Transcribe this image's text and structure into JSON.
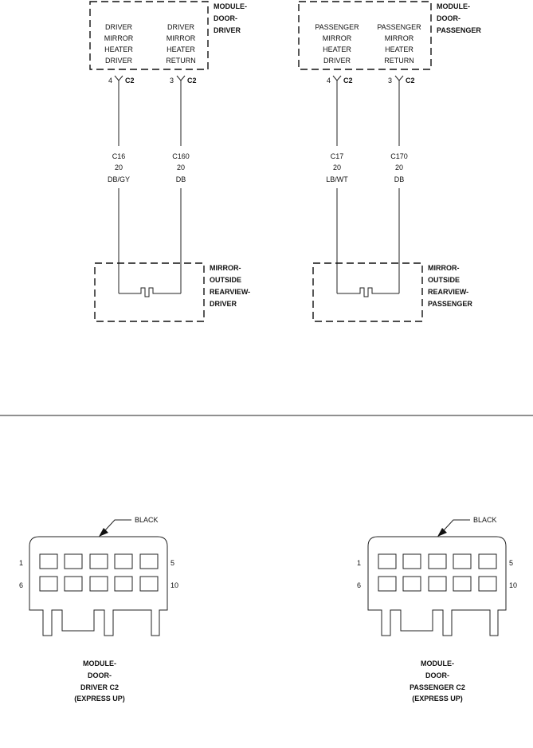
{
  "modules": {
    "driver": {
      "label": [
        "MODULE-",
        "DOOR-",
        "DRIVER"
      ],
      "pin_a_name": [
        "DRIVER",
        "MIRROR",
        "HEATER",
        "DRIVER"
      ],
      "pin_b_name": [
        "DRIVER",
        "MIRROR",
        "HEATER",
        "RETURN"
      ],
      "pin_a_no": "4",
      "pin_b_no": "3",
      "connector": "C2"
    },
    "passenger": {
      "label": [
        "MODULE-",
        "DOOR-",
        "PASSENGER"
      ],
      "pin_a_name": [
        "PASSENGER",
        "MIRROR",
        "HEATER",
        "DRIVER"
      ],
      "pin_b_name": [
        "PASSENGER",
        "MIRROR",
        "HEATER",
        "RETURN"
      ],
      "pin_a_no": "4",
      "pin_b_no": "3",
      "connector": "C2"
    }
  },
  "wires": {
    "driver_a": [
      "C16",
      "20",
      "DB/GY"
    ],
    "driver_b": [
      "C160",
      "20",
      "DB"
    ],
    "passenger_a": [
      "C17",
      "20",
      "LB/WT"
    ],
    "passenger_b": [
      "C170",
      "20",
      "DB"
    ]
  },
  "mirrors": {
    "driver": [
      "MIRROR-",
      "OUTSIDE",
      "REARVIEW-",
      "DRIVER"
    ],
    "passenger": [
      "MIRROR-",
      "OUTSIDE",
      "REARVIEW-",
      "PASSENGER"
    ]
  },
  "connector_views": {
    "driver": {
      "color_label": "BLACK",
      "pin_labels": [
        "1",
        "5",
        "6",
        "10"
      ],
      "caption": [
        "MODULE-",
        "DOOR-",
        "DRIVER C2",
        "(EXPRESS UP)"
      ]
    },
    "passenger": {
      "color_label": "BLACK",
      "pin_labels": [
        "1",
        "5",
        "6",
        "10"
      ],
      "caption": [
        "MODULE-",
        "DOOR-",
        "PASSENGER C2",
        "(EXPRESS UP)"
      ]
    }
  }
}
